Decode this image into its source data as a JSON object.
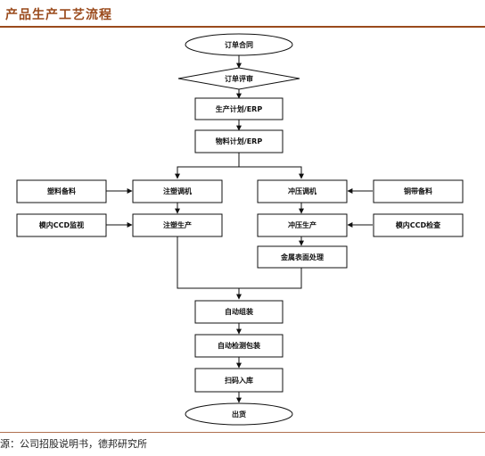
{
  "header": {
    "title": "产品生产工艺流程"
  },
  "nodes": {
    "order_contract": "订单合同",
    "order_review": "订单评审",
    "production_plan": "生产计划/ERP",
    "material_plan": "物料计划/ERP",
    "plastic_material": "塑料备料",
    "injection_adjust": "注塑调机",
    "in_mold_ccd_monitor": "模内CCD监视",
    "injection_production": "注塑生产",
    "stamping_adjust": "冲压调机",
    "copper_strip_material": "铜带备料",
    "stamping_production": "冲压生产",
    "in_mold_ccd_inspect": "模内CCD检查",
    "metal_surface_treatment": "金属表面处理",
    "auto_assembly": "自动组装",
    "auto_inspect_pack": "自动检测包装",
    "scan_warehouse": "扫码入库",
    "shipment": "出货"
  },
  "footer": {
    "source": "源：公司招股说明书，德邦研究所"
  }
}
